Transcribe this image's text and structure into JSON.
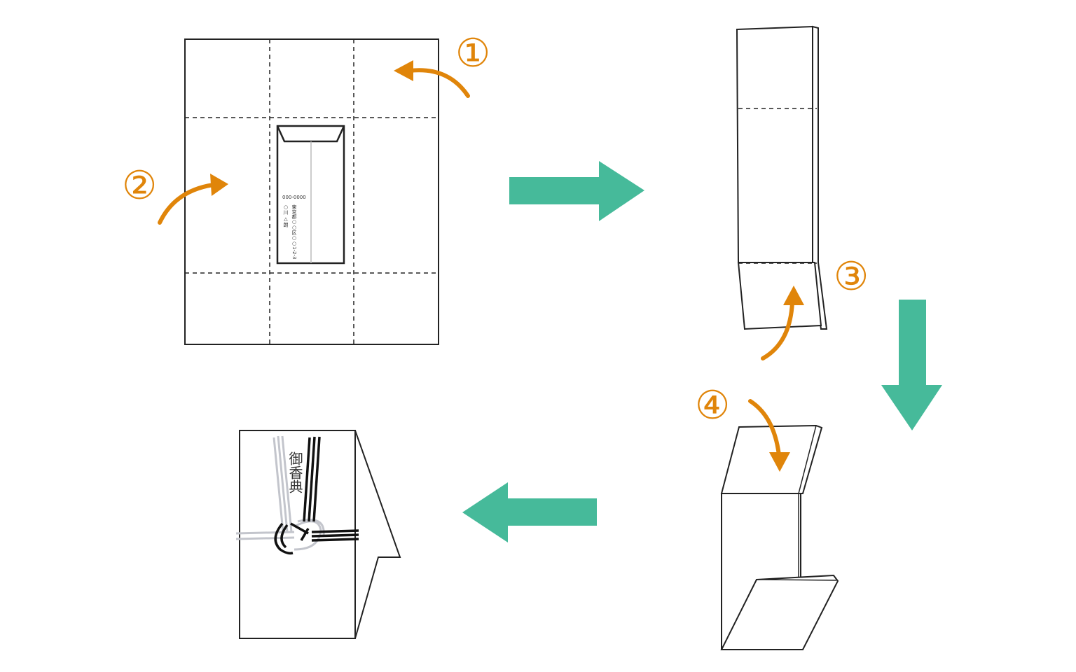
{
  "steps": {
    "step1_marker": "①",
    "step2_marker": "②",
    "step3_marker": "③",
    "step4_marker": "④"
  },
  "envelope": {
    "postal_code": "000-0000",
    "address": "東京都○○区○○1-2-3",
    "name": "○川 △朗"
  },
  "final": {
    "inscription": "御香典"
  },
  "colors": {
    "fold_arrow": "#E0850A",
    "flow_arrow": "#46BA9A"
  }
}
